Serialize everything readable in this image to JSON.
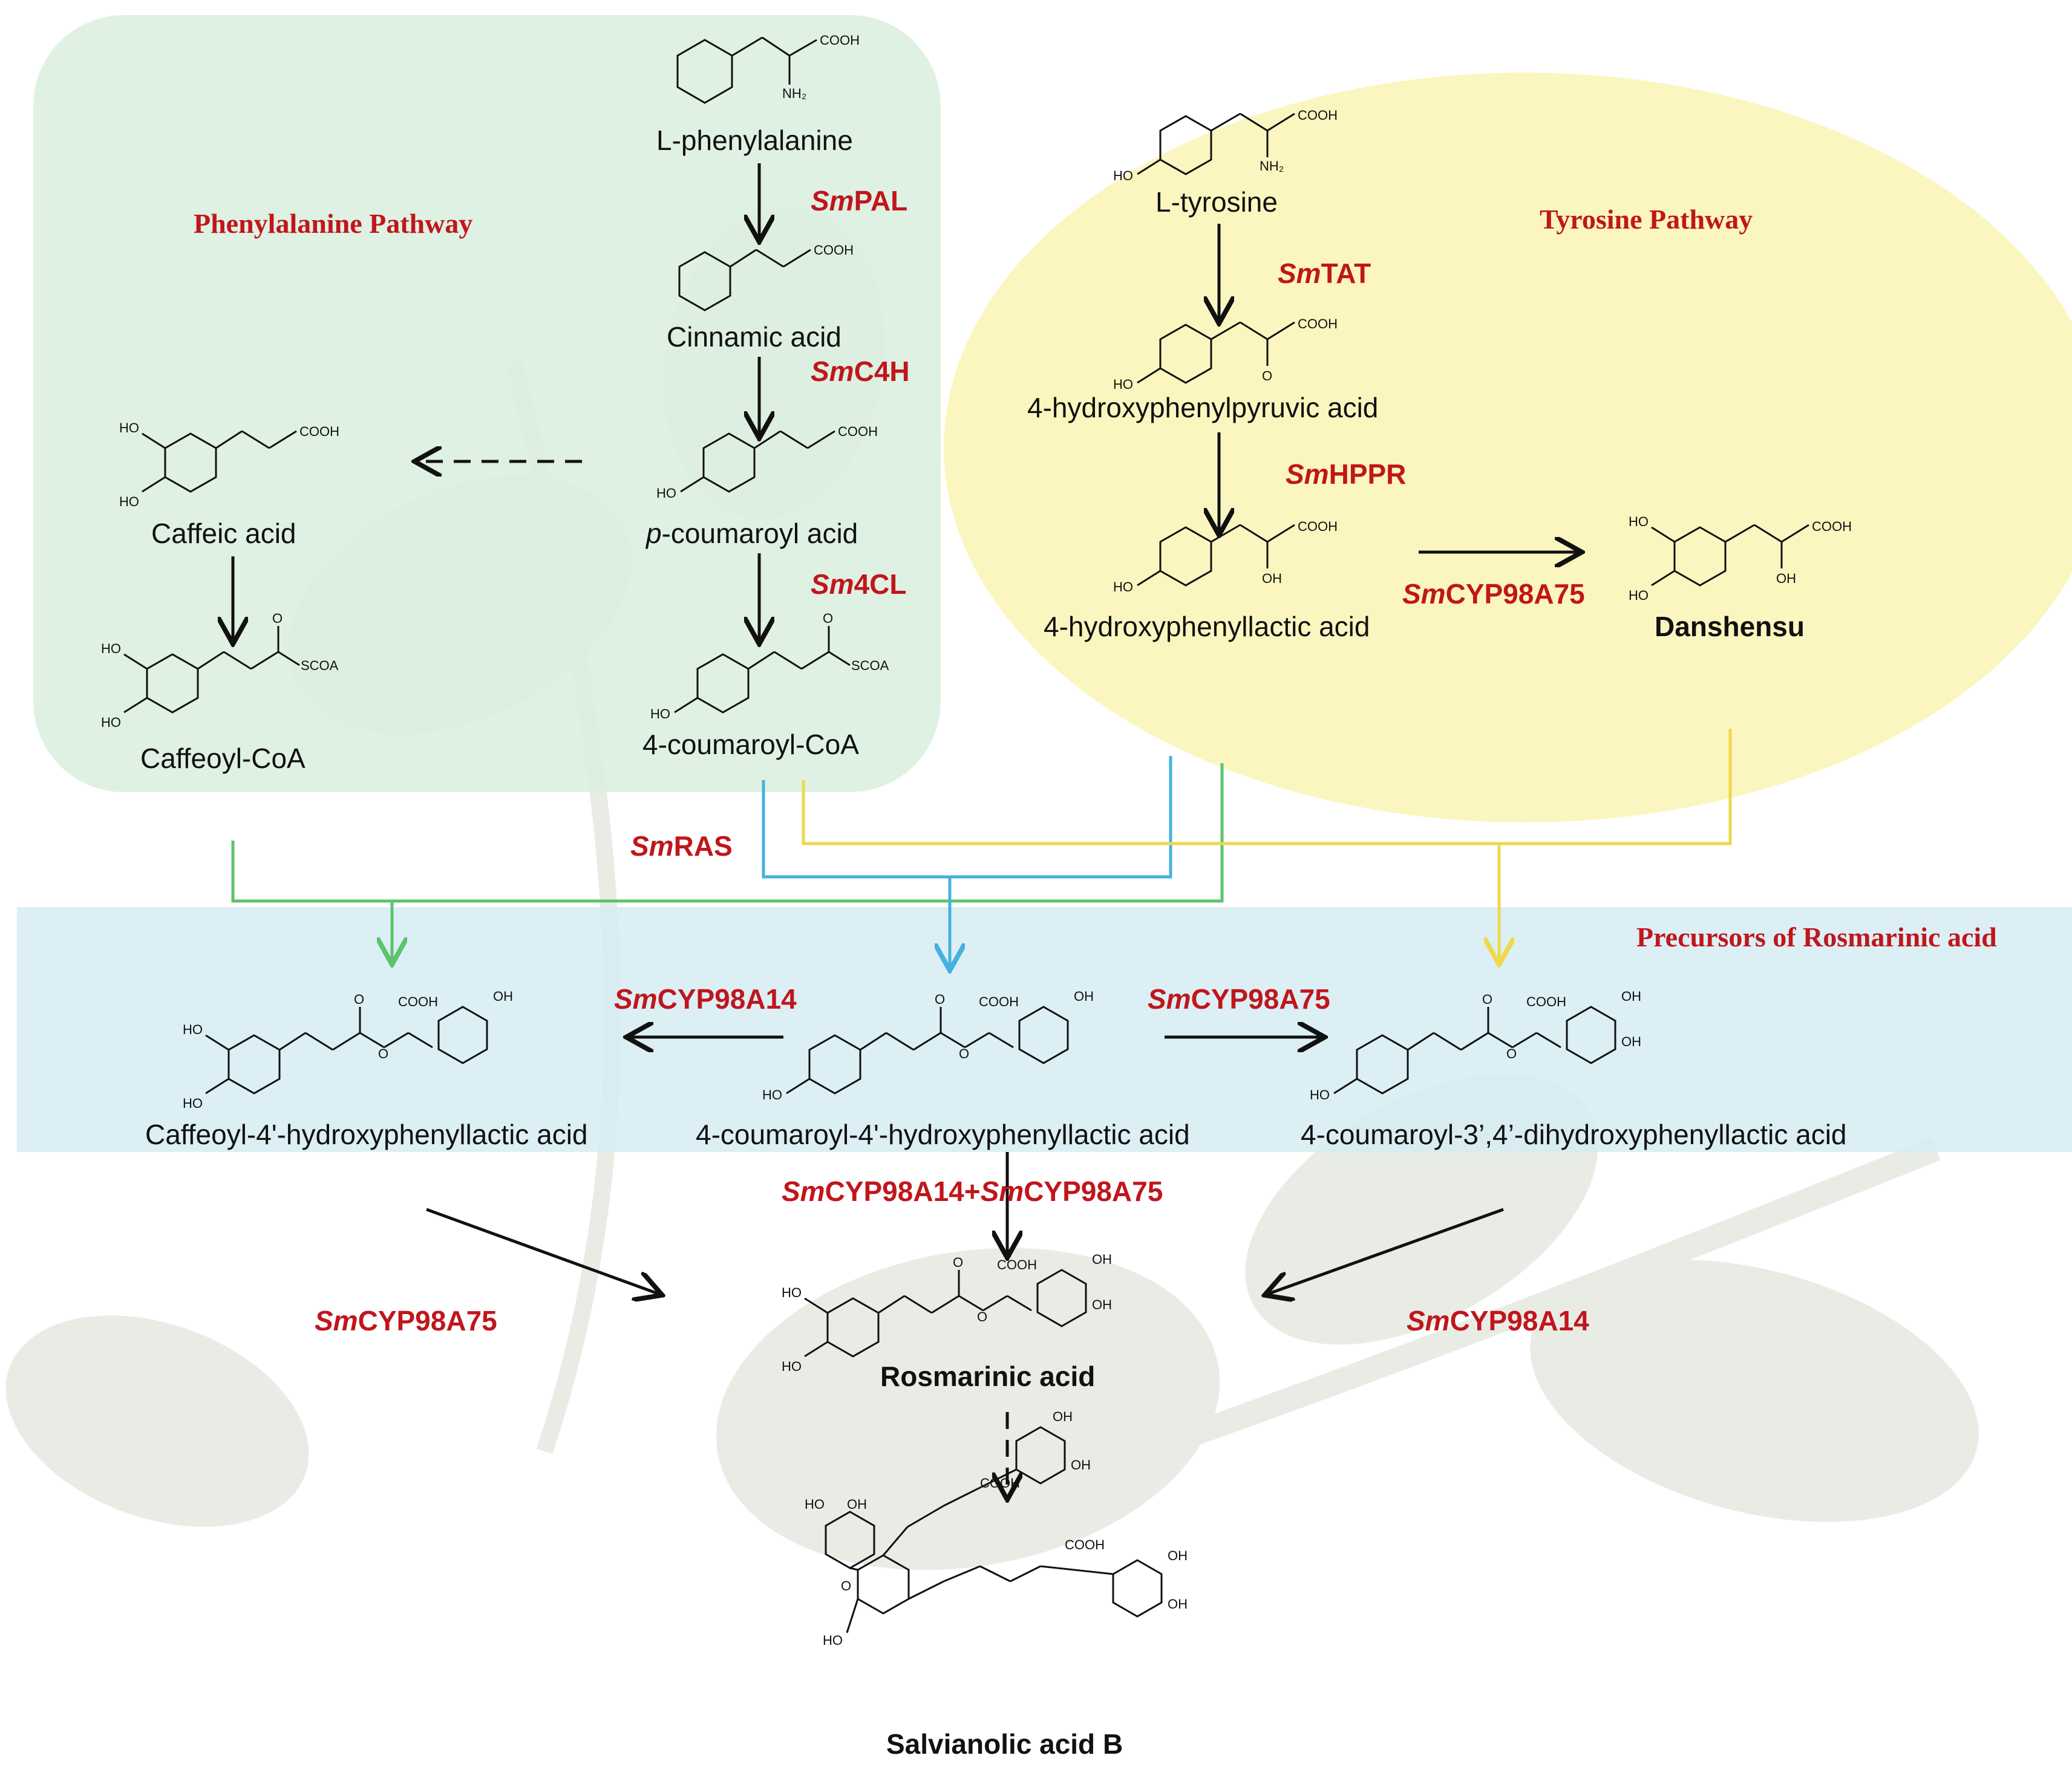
{
  "regions": {
    "phenylalanine": "Phenylalanine Pathway",
    "tyrosine": "Tyrosine Pathway",
    "precursors": "Precursors of Rosmarinic acid"
  },
  "compounds": {
    "l_phe": "L-phenylalanine",
    "cinnamic": "Cinnamic acid",
    "p_coumaroyl_italic": "p",
    "p_coumaroyl_rest": "-coumaroyl acid",
    "coumaroyl_coa": "4-coumaroyl-CoA",
    "caffeic": "Caffeic acid",
    "caffeoyl_coa": "Caffeoyl-CoA",
    "l_tyr": "L-tyrosine",
    "hppa": "4-hydroxyphenylpyruvic acid",
    "hpla": "4-hydroxyphenyllactic acid",
    "danshensu": "Danshensu",
    "caffeoyl_hpla": "Caffeoyl-4'-hydroxyphenyllactic acid",
    "coumaroyl_hpla": "4-coumaroyl-4'-hydroxyphenyllactic acid",
    "coumaroyl_dhpla": "4-coumaroyl-3’,4’-dihydroxyphenyllactic acid",
    "rosmarinic": "Rosmarinic acid",
    "salvianolic": "Salvianolic acid B"
  },
  "enzymes": {
    "pal": {
      "prefix": "Sm",
      "suffix": "PAL"
    },
    "c4h": {
      "prefix": "Sm",
      "suffix": "C4H"
    },
    "cl4": {
      "prefix": "Sm",
      "suffix": "4CL"
    },
    "tat": {
      "prefix": "Sm",
      "suffix": "TAT"
    },
    "hppr": {
      "prefix": "Sm",
      "suffix": "HPPR"
    },
    "cyp75_dss": {
      "prefix": "Sm",
      "suffix": "CYP98A75"
    },
    "ras": {
      "prefix": "Sm",
      "suffix": "RAS"
    },
    "cyp14_left": {
      "prefix": "Sm",
      "suffix": "CYP98A14"
    },
    "cyp75_right": {
      "prefix": "Sm",
      "suffix": "CYP98A75"
    },
    "combo_a": {
      "prefix": "Sm",
      "suffix": "CYP98A14+"
    },
    "combo_b": {
      "prefix": "Sm",
      "suffix": "CYP98A75"
    },
    "cyp75_low": {
      "prefix": "Sm",
      "suffix": "CYP98A75"
    },
    "cyp14_low": {
      "prefix": "Sm",
      "suffix": "CYP98A14"
    }
  },
  "atoms": {
    "cooh": "COOH",
    "nh2": "NH₂",
    "ho": "HO",
    "oh": "OH",
    "o": "O",
    "scoa": "SCOA"
  },
  "colors": {
    "phe_bg": "#dcefe0",
    "tyr_bg": "#fbf5b8",
    "prec_bg": "#d6ecf3",
    "green_line": "#5cc46a",
    "blue_line": "#45b1e0",
    "yellow_line": "#eed94a",
    "enzyme_red": "#c0161c"
  }
}
